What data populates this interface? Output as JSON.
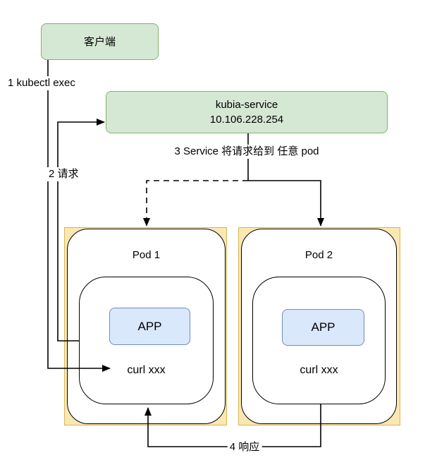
{
  "diagram": {
    "client": {
      "label": "客户端"
    },
    "service": {
      "name": "kubia-service",
      "ip": "10.106.228.254"
    },
    "pods": [
      {
        "title": "Pod 1",
        "app": "APP",
        "command": "curl xxx"
      },
      {
        "title": "Pod 2",
        "app": "APP",
        "command": "curl xxx"
      }
    ],
    "steps": {
      "step1": "1 kubectl exec",
      "step2": "2 请求",
      "step3": "3 Service 将请求给到 任意 pod",
      "step4": "4 响应"
    },
    "colors": {
      "service_fill": "#d5e8d4",
      "service_stroke": "#82b366",
      "pod_highlight_fill": "#fbe7b1",
      "pod_highlight_stroke": "#d6b656",
      "app_fill": "#dae8fc",
      "app_stroke": "#6c8ebf",
      "edge_line": "#000000"
    }
  }
}
